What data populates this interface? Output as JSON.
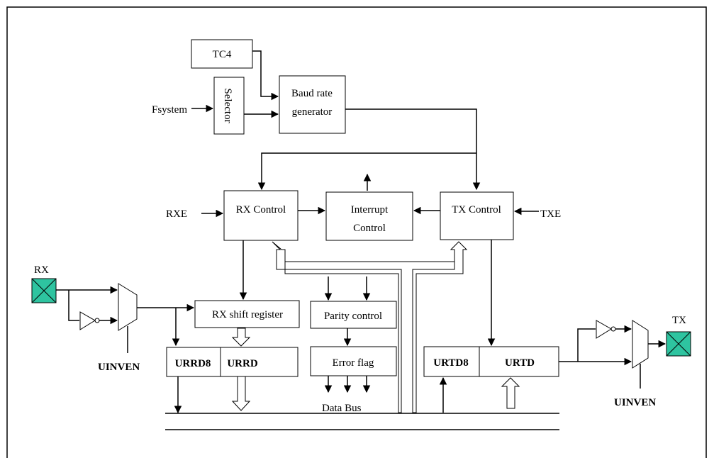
{
  "blocks": {
    "tc4": "TC4",
    "selector": "Selector",
    "baud_line1": "Baud rate",
    "baud_line2": "generator",
    "rx_control": "RX Control",
    "interrupt_line1": "Interrupt",
    "interrupt_line2": "Control",
    "tx_control": "TX Control",
    "rx_shift": "RX shift register",
    "parity": "Parity control",
    "error_flag": "Error flag",
    "urrd8": "URRD8",
    "urrd": "URRD",
    "urtd8": "URTD8",
    "urtd": "URTD"
  },
  "signals": {
    "fsystem": "Fsystem",
    "rxe": "RXE",
    "txe": "TXE",
    "rx": "RX",
    "tx": "TX",
    "uinven_rx": "UINVEN",
    "uinven_tx": "UINVEN",
    "data_bus": "Data Bus"
  },
  "colors": {
    "pin_fill": "#2ec4a0"
  }
}
